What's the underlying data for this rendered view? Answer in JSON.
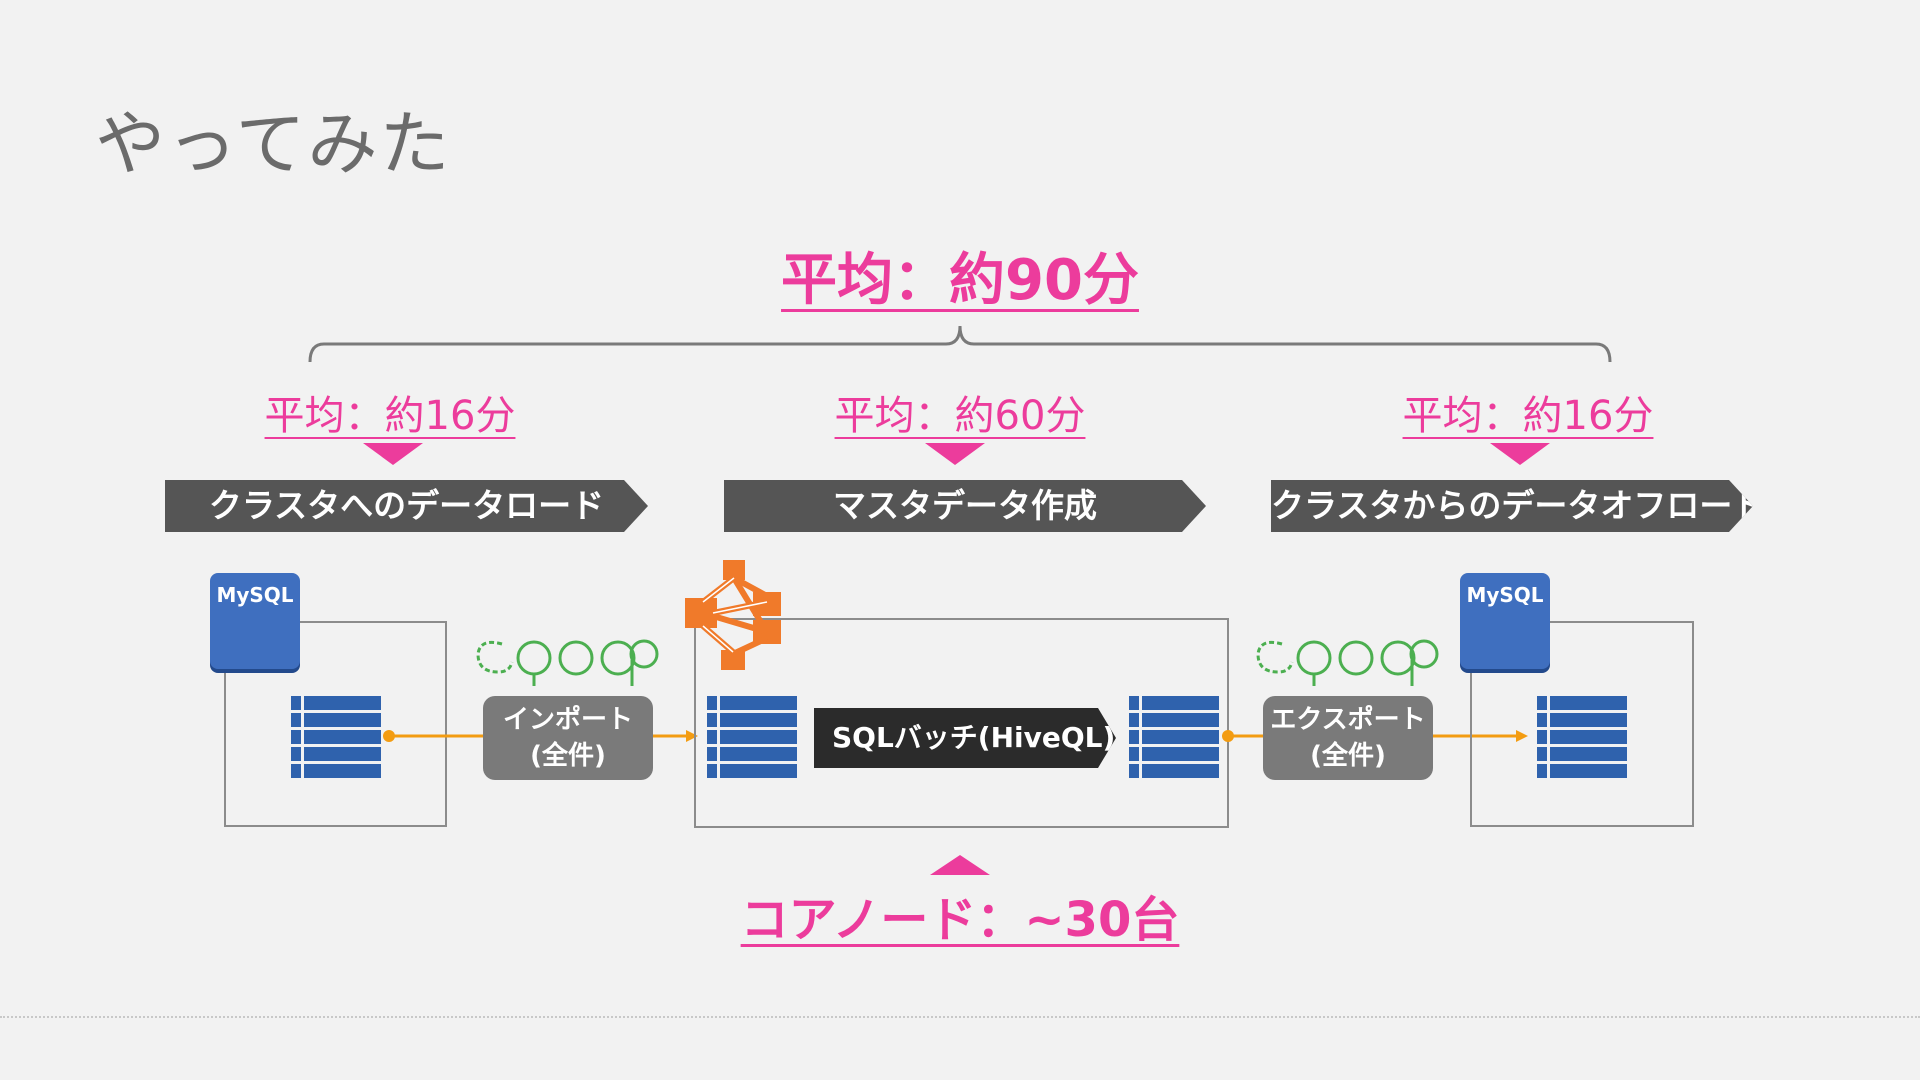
{
  "title": "やってみた",
  "total": {
    "label": "平均：約90分"
  },
  "phases": [
    {
      "time": "平均：約16分",
      "name": "クラスタへのデータロード"
    },
    {
      "time": "平均：約60分",
      "name": "マスタデータ作成"
    },
    {
      "time": "平均：約16分",
      "name": "クラスタからのデータオフロード"
    }
  ],
  "left_db": {
    "label": "MySQL"
  },
  "right_db": {
    "label": "MySQL"
  },
  "import_step": {
    "line1": "インポート",
    "line2": "(全件)"
  },
  "export_step": {
    "line1": "エクスポート",
    "line2": "(全件)"
  },
  "batch": {
    "label": "SQLバッチ(HiveQL)"
  },
  "core_nodes": {
    "label": "コアノード：~30台"
  },
  "colors": {
    "accent_pink": "#ec3c9c",
    "banner_gray": "#555555",
    "db_blue": "#3f6fbf",
    "table_blue": "#2f62ad",
    "arrow_orange": "#f39c12",
    "emr_orange": "#f07a2a",
    "sqoop_green": "#4caf50"
  },
  "icons": {
    "sqoop_logo_left": "sqoop-logo-icon",
    "sqoop_logo_right": "sqoop-logo-icon",
    "emr_logo": "amazon-emr-icon",
    "tables": "database-table-icon"
  }
}
